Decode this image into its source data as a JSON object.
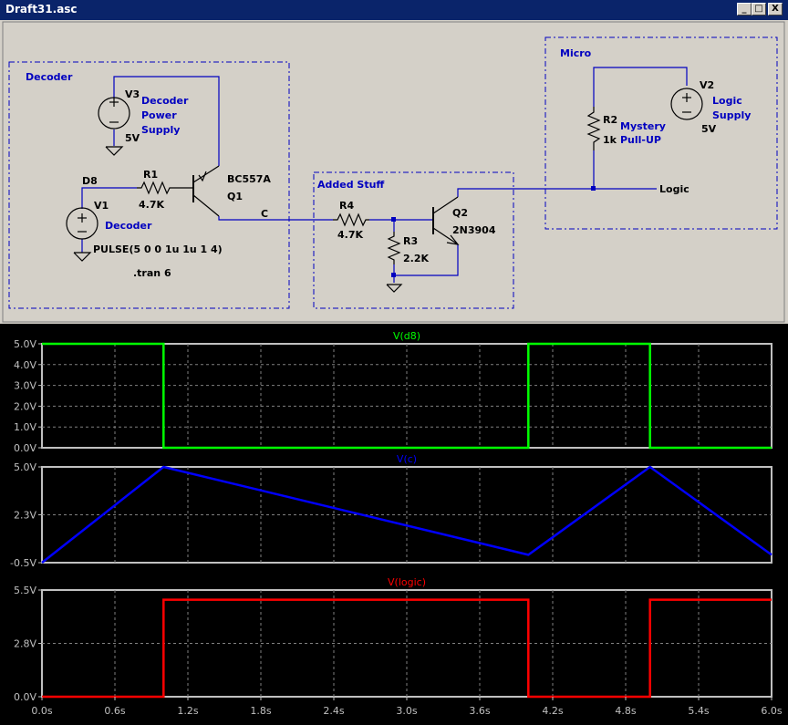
{
  "window": {
    "title": "Draft31.asc",
    "buttons": {
      "minimize": "_",
      "maximize": "□",
      "close": "X"
    }
  },
  "schematic": {
    "blocks": [
      {
        "id": "decoder",
        "label": "Decoder"
      },
      {
        "id": "added",
        "label": "Added Stuff"
      },
      {
        "id": "micro",
        "label": "Micro"
      }
    ],
    "components": {
      "V3": {
        "name": "V3",
        "value": "5V",
        "desc": [
          "Decoder",
          "Power",
          "Supply"
        ]
      },
      "V1": {
        "name": "V1",
        "desc": "Decoder",
        "value": "PULSE(5 0 0 1u 1u 1 4)"
      },
      "R1": {
        "name": "R1",
        "value": "4.7K"
      },
      "Q1": {
        "name": "Q1",
        "model": "BC557A"
      },
      "R4": {
        "name": "R4",
        "value": "4.7K"
      },
      "R3": {
        "name": "R3",
        "value": "2.2K"
      },
      "Q2": {
        "name": "Q2",
        "model": "2N3904"
      },
      "R2": {
        "name": "R2",
        "value": "1k",
        "desc": [
          "Mystery",
          "Pull-UP"
        ]
      },
      "V2": {
        "name": "V2",
        "value": "5V",
        "desc": [
          "Logic",
          "Supply"
        ]
      }
    },
    "nets": {
      "d8": "D8",
      "c": "C",
      "logic": "Logic"
    },
    "directive": ".tran 6",
    "colors": {
      "wire": "#0000c0",
      "component": "#000000",
      "text": "#0000c0",
      "block": "#0000c0"
    }
  },
  "waveforms": {
    "colors": {
      "background": "#000000",
      "grid": "#808080",
      "frame": "#c0c0c0"
    },
    "x_ticks": [
      "0.0s",
      "0.6s",
      "1.2s",
      "1.8s",
      "2.4s",
      "3.0s",
      "3.6s",
      "4.2s",
      "4.8s",
      "5.4s",
      "6.0s"
    ]
  },
  "chart_data": [
    {
      "type": "line",
      "title": "V(d8)",
      "color": "#00ff00",
      "ylim": [
        0,
        5
      ],
      "yticks": [
        "0.0V",
        "1.0V",
        "2.0V",
        "3.0V",
        "4.0V",
        "5.0V"
      ],
      "xlim": [
        0,
        6
      ],
      "series": [
        {
          "name": "V(d8)",
          "x": [
            0,
            1,
            1,
            4,
            4,
            5,
            5,
            6
          ],
          "y": [
            5,
            5,
            0,
            0,
            5,
            5,
            0,
            0
          ]
        }
      ]
    },
    {
      "type": "line",
      "title": "V(c)",
      "color": "#0000ff",
      "ylim": [
        -0.5,
        5
      ],
      "yticks": [
        "-0.5V",
        "2.3V",
        "5.0V"
      ],
      "xlim": [
        0,
        6
      ],
      "series": [
        {
          "name": "V(c)",
          "x": [
            0,
            1,
            1,
            4,
            4,
            5,
            5,
            6
          ],
          "y": [
            -0.5,
            5,
            5,
            -0.05,
            -0.05,
            5,
            5,
            -0.05
          ]
        }
      ]
    },
    {
      "type": "line",
      "title": "V(logic)",
      "color": "#ff0000",
      "ylim": [
        0,
        5.5
      ],
      "yticks": [
        "0.0V",
        "2.8V",
        "5.5V"
      ],
      "xlim": [
        0,
        6
      ],
      "series": [
        {
          "name": "V(logic)",
          "x": [
            0,
            1,
            1,
            4,
            4,
            5,
            5,
            6
          ],
          "y": [
            0,
            0,
            5,
            5,
            0,
            0,
            5,
            5
          ]
        }
      ]
    }
  ]
}
